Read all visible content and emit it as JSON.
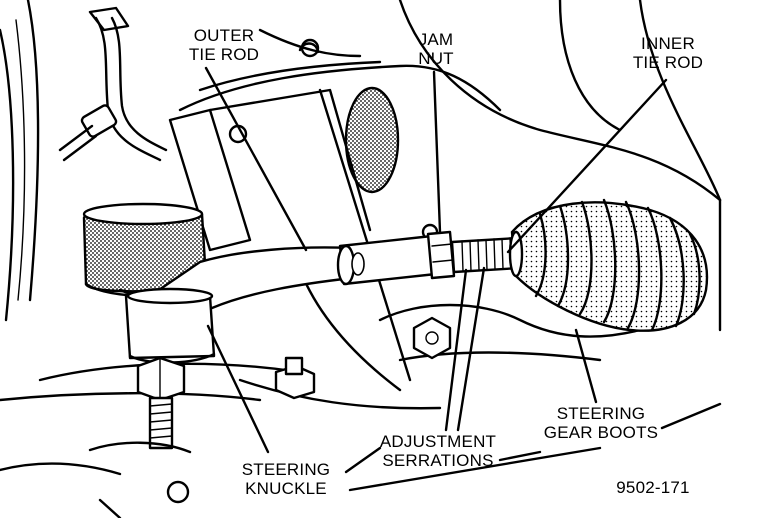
{
  "figure_id": "9502-171",
  "labels": {
    "outer_tie_rod": [
      "OUTER",
      "TIE ROD"
    ],
    "jam_nut": [
      "JAM",
      "NUT"
    ],
    "inner_tie_rod": [
      "INNER",
      "TIE ROD"
    ],
    "steering_gear_boots": [
      "STEERING",
      "GEAR BOOTS"
    ],
    "adjustment_serrations": [
      "ADJUSTMENT",
      "SERRATIONS"
    ],
    "steering_knuckle": [
      "STEERING",
      "KNUCKLE"
    ]
  },
  "colors": {
    "ink": "#000000",
    "paper": "#ffffff",
    "shade": "#8a8a8a"
  }
}
